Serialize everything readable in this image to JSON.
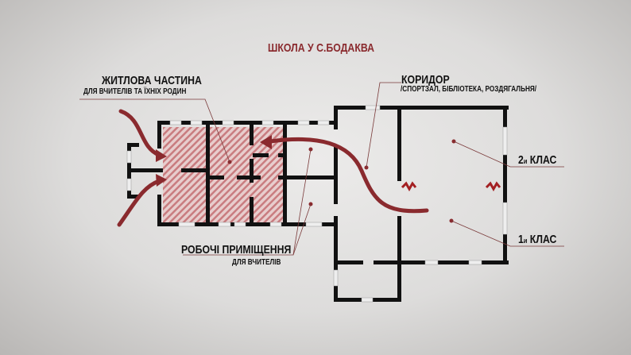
{
  "title": "ШКОЛА У С.БОДАКВА",
  "labels": {
    "living": {
      "title": "ЖИТЛОВА ЧАСТИНА",
      "sub": "ДЛЯ ВЧИТЕЛІВ ТА ЇХНІХ РОДИН"
    },
    "corridor": {
      "title": "КОРИДОР",
      "sub": "/СПОРТЗАЛ, БІБЛІОТЕКА, РОЗДЯГАЛЬНЯ/"
    },
    "workrooms": {
      "title": "РОБОЧІ ПРИМІЩЕННЯ",
      "sub": "ДЛЯ ВЧИТЕЛІВ"
    },
    "class2": {
      "num": "2",
      "suffix": "и",
      "text": "КЛАС"
    },
    "class1": {
      "num": "1",
      "suffix": "и",
      "text": "КЛАС"
    }
  },
  "colors": {
    "accent": "#8a2a2e",
    "wall": "#111111"
  }
}
